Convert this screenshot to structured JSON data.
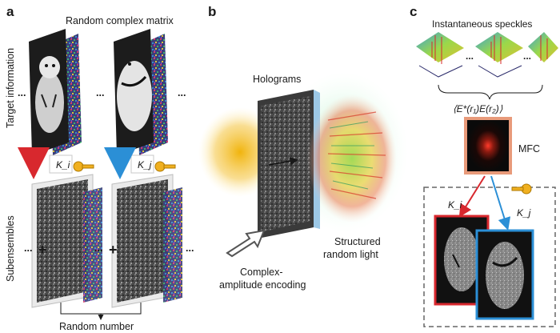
{
  "panels": {
    "a": {
      "letter": "a",
      "top_label": "Random complex matrix",
      "side_label_top": "Target information",
      "side_label_bottom": "Subensembles",
      "bottom_label": "Random number",
      "key_labels": [
        "K_i",
        "K_j"
      ]
    },
    "b": {
      "letter": "b",
      "holograms_label": "Holograms",
      "encoding_label_line1": "Complex-",
      "encoding_label_line2": "amplitude encoding",
      "light_label_line1": "Structured",
      "light_label_line2": "random light"
    },
    "c": {
      "letter": "c",
      "speckles_label": "Instantaneous speckles",
      "correlation_formula": "⟨E*(r₁)E(r₂)⟩",
      "mfc_label": "MFC",
      "key_labels": [
        "K_i",
        "K_j"
      ]
    }
  },
  "ellipsis": "..."
}
